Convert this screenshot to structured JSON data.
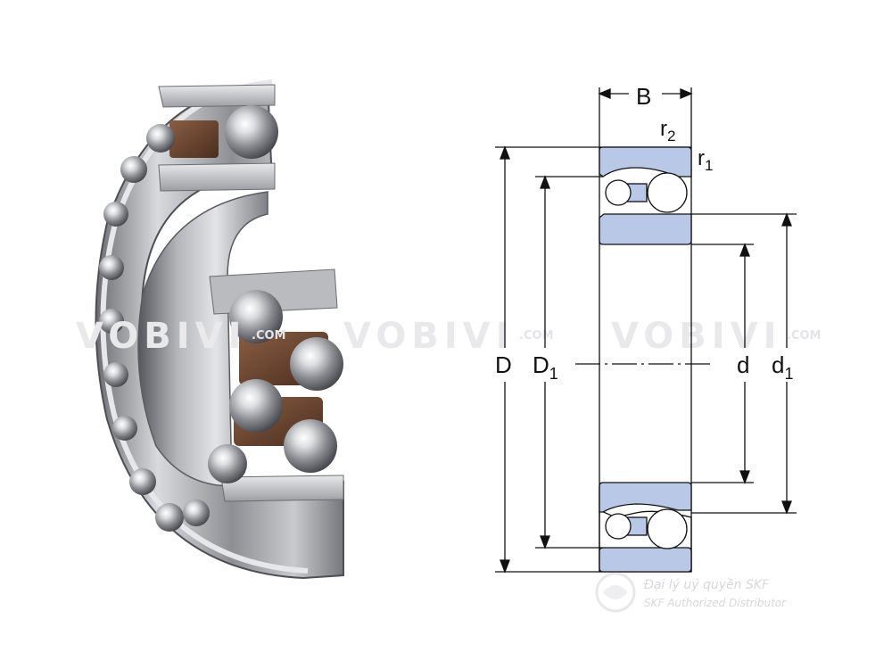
{
  "watermark": {
    "brand": "VOBIVI",
    "suffix": ".COM"
  },
  "distributor": {
    "line1": "Đại lý uỷ quyền SKF",
    "line2": "SKF Authorized Distributor"
  },
  "dimensions": {
    "width": "B",
    "radius_outer": "r",
    "radius_outer_sub": "2",
    "radius_inner": "r",
    "radius_inner_sub": "1",
    "outer_diameter": "D",
    "outer_ring_inner": "D",
    "outer_ring_inner_sub": "1",
    "bore": "d",
    "inner_ring_outer": "d",
    "inner_ring_outer_sub": "1"
  },
  "colors": {
    "ring_fill": "#b8c8e6",
    "line": "#111111"
  }
}
